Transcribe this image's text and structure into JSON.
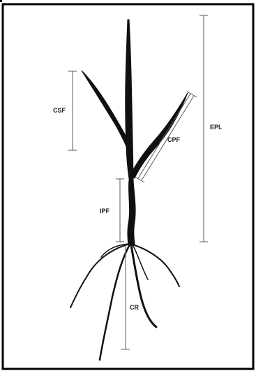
{
  "labels": {
    "csf": "CSF",
    "cpf": "CPF",
    "epl": "EPL",
    "ipf": "IPF",
    "cr": "CR"
  },
  "colors": {
    "plant": "#101010",
    "dimension_line": "#5a5a5a",
    "frame": "#000000",
    "background": "#ffffff"
  }
}
